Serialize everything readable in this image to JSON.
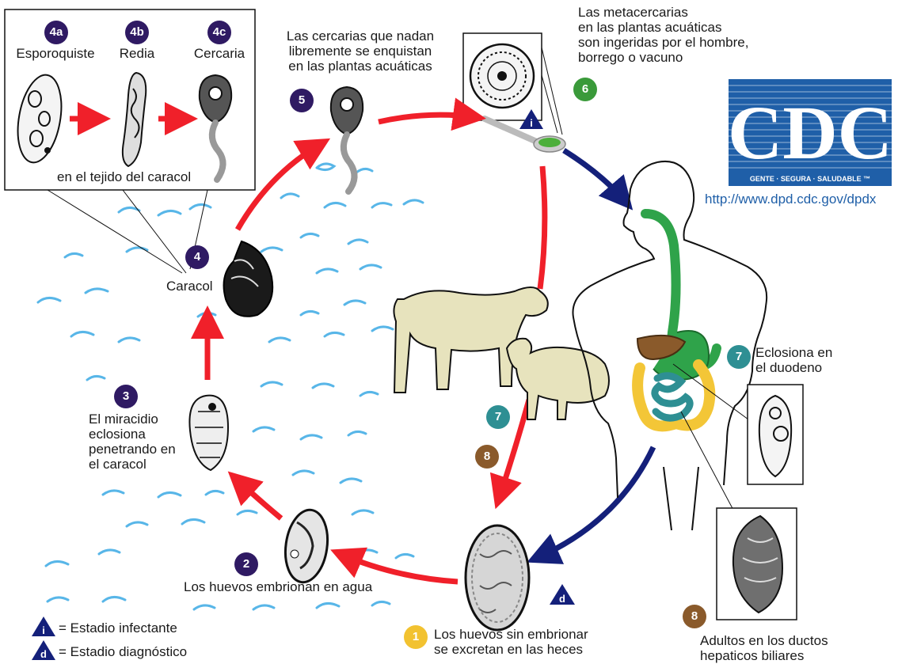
{
  "colors": {
    "purple": "#2f1a63",
    "green": "#3a9a3a",
    "teal": "#2e8f93",
    "brown": "#8a5a2b",
    "yellow": "#f2c230",
    "red_arrow": "#f0202a",
    "blue_arrow": "#14207a",
    "water": "#58b6e8",
    "cdc_blue": "#1f5fa8",
    "animal": "#e7e3bd"
  },
  "stage4": {
    "a": {
      "badge": "4a",
      "label": "Esporoquiste"
    },
    "b": {
      "badge": "4b",
      "label": "Redia"
    },
    "c": {
      "badge": "4c",
      "label": "Cercaria"
    },
    "caption": "en el tejido del caracol"
  },
  "stage5": {
    "badge": "5",
    "lines": [
      "Las cercarias que nadan",
      "libremente se enquistan",
      "en las plantas acuáticas"
    ]
  },
  "stage6": {
    "badge": "6",
    "lines": [
      "Las metacercarias",
      "en las plantas acuáticas",
      "son ingeridas por el hombre,",
      "borrego o vacuno"
    ]
  },
  "stage4_snail": {
    "badge": "4",
    "label": "Caracol"
  },
  "stage3": {
    "badge": "3",
    "lines": [
      "El miracidio",
      "eclosiona",
      "penetrando en",
      "el  caracol"
    ]
  },
  "stage2": {
    "badge": "2",
    "label": "Los huevos embrionan en agua"
  },
  "stage1": {
    "badge": "1",
    "lines": [
      "Los huevos sin embrionar",
      "se excretan en las heces"
    ]
  },
  "stage7_human": {
    "badge": "7",
    "lines": [
      "Eclosiona en",
      "el duodeno"
    ]
  },
  "stage8_human": {
    "badge": "8",
    "lines": [
      "Adultos en los ductos",
      "hepaticos biliares"
    ]
  },
  "stage7_animal": {
    "badge": "7"
  },
  "stage8_animal": {
    "badge": "8"
  },
  "markers": {
    "infective": "i",
    "diagnostic": "d"
  },
  "legend": {
    "infective": {
      "marker": "i",
      "label": "= Estadio infectante"
    },
    "diagnostic": {
      "marker": "d",
      "label": "= Estadio diagnóstico"
    }
  },
  "cdc": {
    "logo": "CDC",
    "tagline": "GENTE · SEGURA · SALUDABLE ™",
    "url": "http://www.dpd.cdc.gov/dpdx"
  }
}
